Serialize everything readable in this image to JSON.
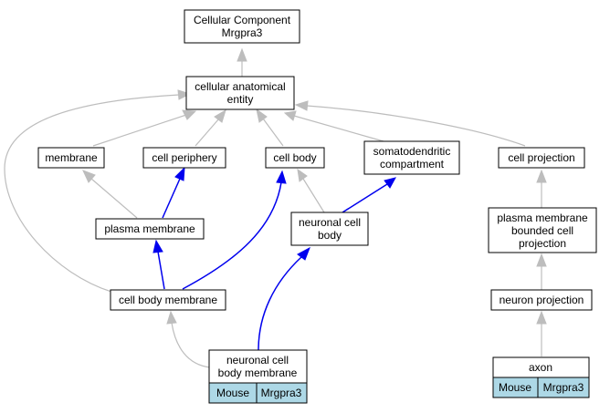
{
  "nodes": {
    "root": {
      "line1": "Cellular Component",
      "line2": "Mrgpra3"
    },
    "cae": {
      "line1": "cellular anatomical",
      "line2": "entity"
    },
    "membrane": {
      "label": "membrane"
    },
    "cell_periphery": {
      "label": "cell periphery"
    },
    "cell_body": {
      "label": "cell body"
    },
    "somatodendritic": {
      "line1": "somatodendritic",
      "line2": "compartment"
    },
    "cell_projection": {
      "label": "cell projection"
    },
    "plasma_membrane": {
      "label": "plasma membrane"
    },
    "neuronal_cell_body": {
      "line1": "neuronal cell",
      "line2": "body"
    },
    "pmbcp": {
      "line1": "plasma membrane",
      "line2": "bounded cell",
      "line3": "projection"
    },
    "cell_body_membrane": {
      "label": "cell body membrane"
    },
    "neuron_projection": {
      "label": "neuron projection"
    },
    "ncbm": {
      "line1": "neuronal cell",
      "line2": "body membrane",
      "tag_species": "Mouse",
      "tag_gene": "Mrgpra3"
    },
    "axon": {
      "label": "axon",
      "tag_species": "Mouse",
      "tag_gene": "Mrgpra3"
    }
  },
  "colors": {
    "is_a_edge": "#bdbdbd",
    "part_of_edge": "#0000ee",
    "annotation_tag": "#add8e6"
  }
}
